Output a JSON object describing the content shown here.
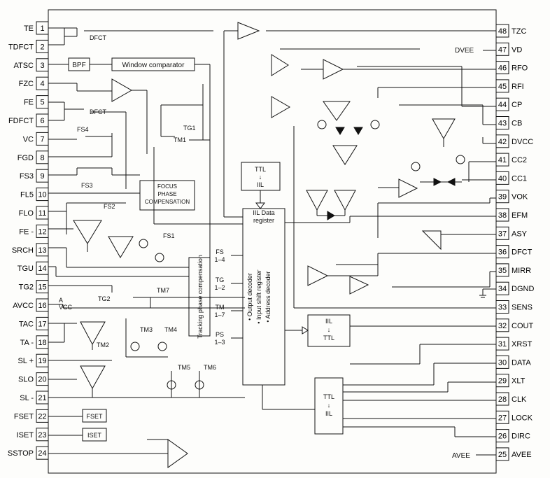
{
  "left_pins": [
    {
      "num": "1",
      "name": "TE"
    },
    {
      "num": "2",
      "name": "TDFCT"
    },
    {
      "num": "3",
      "name": "ATSC"
    },
    {
      "num": "4",
      "name": "FZC"
    },
    {
      "num": "5",
      "name": "FE"
    },
    {
      "num": "6",
      "name": "FDFCT"
    },
    {
      "num": "7",
      "name": "VC"
    },
    {
      "num": "8",
      "name": "FGD"
    },
    {
      "num": "9",
      "name": "FS3"
    },
    {
      "num": "10",
      "name": "FL5"
    },
    {
      "num": "11",
      "name": "FLO"
    },
    {
      "num": "12",
      "name": "FE -"
    },
    {
      "num": "13",
      "name": "SRCH"
    },
    {
      "num": "14",
      "name": "TGU"
    },
    {
      "num": "15",
      "name": "TG2"
    },
    {
      "num": "16",
      "name": "AVCC"
    },
    {
      "num": "17",
      "name": "TAC"
    },
    {
      "num": "18",
      "name": "TA -"
    },
    {
      "num": "19",
      "name": "SL +"
    },
    {
      "num": "20",
      "name": "SLO"
    },
    {
      "num": "21",
      "name": "SL -"
    },
    {
      "num": "22",
      "name": "FSET"
    },
    {
      "num": "23",
      "name": "ISET"
    },
    {
      "num": "24",
      "name": "SSTOP"
    }
  ],
  "right_pins": [
    {
      "num": "48",
      "name": "TZC"
    },
    {
      "num": "47",
      "name": "VD"
    },
    {
      "num": "46",
      "name": "RFO"
    },
    {
      "num": "45",
      "name": "RFI"
    },
    {
      "num": "44",
      "name": "CP"
    },
    {
      "num": "43",
      "name": "CB"
    },
    {
      "num": "42",
      "name": "DVCC"
    },
    {
      "num": "41",
      "name": "CC2"
    },
    {
      "num": "40",
      "name": "CC1"
    },
    {
      "num": "39",
      "name": "VOK"
    },
    {
      "num": "38",
      "name": "EFM"
    },
    {
      "num": "37",
      "name": "ASY"
    },
    {
      "num": "36",
      "name": "DFCT"
    },
    {
      "num": "35",
      "name": "MIRR"
    },
    {
      "num": "34",
      "name": "DGND"
    },
    {
      "num": "33",
      "name": "SENS"
    },
    {
      "num": "32",
      "name": "COUT"
    },
    {
      "num": "31",
      "name": "XRST"
    },
    {
      "num": "30",
      "name": "DATA"
    },
    {
      "num": "29",
      "name": "XLT"
    },
    {
      "num": "28",
      "name": "CLK"
    },
    {
      "num": "27",
      "name": "LOCK"
    },
    {
      "num": "26",
      "name": "DIRC"
    },
    {
      "num": "25",
      "name": "AVEE"
    }
  ],
  "blocks": {
    "bpf": "BPF",
    "window_comparator": "Window comparator",
    "focus_phase": [
      "FOCUS",
      "PHASE",
      "COMPENSATION"
    ],
    "tracking_phase": "Tracking phase compensation",
    "ttl_iil_top": [
      "TTL",
      "↓",
      "IIL"
    ],
    "iil_data_register": [
      "IIL Data",
      "register"
    ],
    "shift_register": [
      "• Output decoder",
      "• Input shift register",
      "• Address decoder"
    ],
    "iil_ttl": [
      "IIL",
      "↓",
      "TTL"
    ],
    "ttl_iil_bottom": [
      "TTL",
      "↓",
      "IIL"
    ],
    "fset": "FSET",
    "iset": "ISET"
  },
  "bus_labels": [
    {
      "a": "FS",
      "b": "1–4"
    },
    {
      "a": "TG",
      "b": "1–2"
    },
    {
      "a": "TM",
      "b": "1–7"
    },
    {
      "a": "PS",
      "b": "1–3"
    }
  ],
  "switch_labels": {
    "dfct1": "DFCT",
    "dfct2": "DFCT",
    "fs4": "FS4",
    "fs3": "FS3",
    "fs2": "FS2",
    "fs1": "FS1",
    "tg1": "TG1",
    "tm1": "TM1",
    "tg2": "TG2",
    "tm7": "TM7",
    "tm2": "TM2",
    "tm3": "TM3",
    "tm4": "TM4",
    "tm5": "TM5",
    "tm6": "TM6",
    "avcc_a": "A",
    "avcc_vcc": "VCC"
  },
  "supply_labels": {
    "dvee": "DVEE",
    "avee": "AVEE"
  }
}
